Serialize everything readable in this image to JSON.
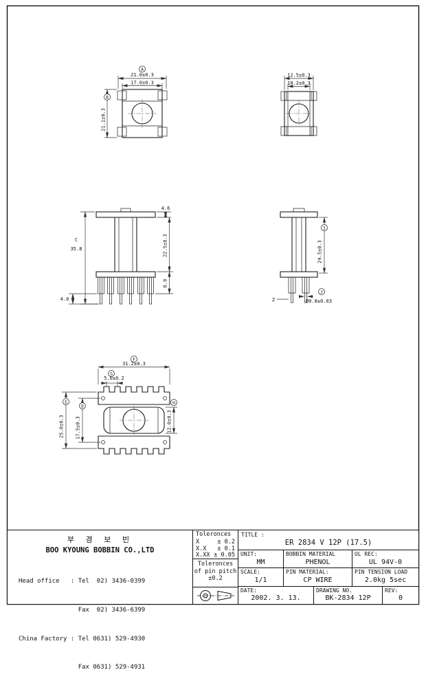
{
  "colors": {
    "line": "#1a1a1a",
    "background": "#ffffff"
  },
  "views": {
    "top": {
      "label_a": "A",
      "dim_outer": "21.0±0.3",
      "dim_inner": "17.0±0.3",
      "label_b": "B",
      "dim_height": "21.1±0.3"
    },
    "upper_side": {
      "dim_outer": "12.5±0.3",
      "dim_inner": "10.2±0.3"
    },
    "front": {
      "dim_flange": "4.6",
      "label_c": "C",
      "dim_total_height": "35.8",
      "dim_winding": "22.5±0.3",
      "dim_base": "8.0",
      "dim_pin": "4.0"
    },
    "side": {
      "label_i": "I",
      "dim_height": "24.5±0.3",
      "label_j": "J",
      "dim_pin_dia": "Ø0.8±0.03",
      "label_z": "Z"
    },
    "bottom": {
      "label_f": "F",
      "dim_width": "31.2±0.3",
      "label_g": "G",
      "dim_pitch": "5.0±0.2",
      "label_e": "E",
      "dim_depth": "25.0±0.3",
      "label_d": "D",
      "dim_inner_depth": "17.5±0.3",
      "label_h": "H",
      "dim_body": "12.0±0.3"
    }
  },
  "title_block": {
    "company": {
      "name_kr": "부 경 보 빈",
      "name_en": "BOO KYOUNG BOBBIN CO.,LTD",
      "lines": [
        "Head office   : Tel  02) 3436-0399",
        "                Fax  02) 3436-6399",
        "China Factory : Tel 0631) 529-4930",
        "                Fax 0631) 529-4931"
      ]
    },
    "tolerances": {
      "title": "Toleronces",
      "rows": [
        {
          "label": "X",
          "value": "± 0.2"
        },
        {
          "label": "X.X",
          "value": "± 0.1"
        },
        {
          "label": "X.XX",
          "value": "± 0.05"
        }
      ],
      "pitch_line1": "Toleronces",
      "pitch_line2": "of pin pitch",
      "pitch_value": "±0.2"
    },
    "fields": {
      "title_label": "TITLE :",
      "title_value": "ER 2834 V 12P (17.5)",
      "unit_label": "UNIT:",
      "unit_value": "MM",
      "bobbin_material_label": "BOBBIN MATERIAL",
      "bobbin_material_value": "PHENOL",
      "ul_label": "UL REC:",
      "ul_value": "UL 94V-0",
      "scale_label": "SCALE:",
      "scale_value": "1/1",
      "pin_material_label": "PIN MATERIAL:",
      "pin_material_value": "CP WIRE",
      "pin_tension_label": "PIN TENSION LOAD",
      "pin_tension_value": "2.0kg 5sec",
      "date_label": "DATE:",
      "date_value": "2002. 3. 13.",
      "drawing_no_label": "DRAWING NO.",
      "drawing_no_value": "BK-2834 12P",
      "rev_label": "REV:",
      "rev_value": "0"
    }
  }
}
